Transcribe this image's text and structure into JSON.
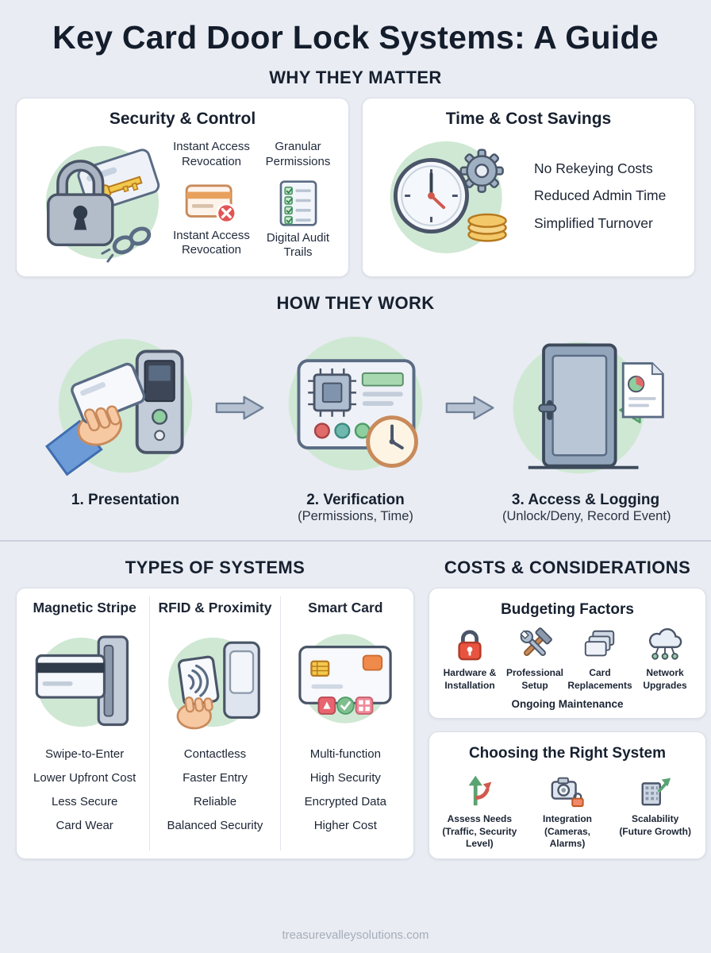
{
  "page": {
    "title": "Key Card Door Lock Systems: A Guide",
    "footer": "treasurevalleysolutions.com"
  },
  "colors": {
    "background": "#e9ecf2",
    "card_background": "#ffffff",
    "accent_mint": "#cfe8d4",
    "alert_red": "#e25555",
    "arrow_gray": "#b6c2d2",
    "text_dark": "#17202f"
  },
  "sections": {
    "why": {
      "heading": "WHY THEY MATTER",
      "security": {
        "title": "Security & Control",
        "grid": [
          {
            "label": "Instant Access Revocation"
          },
          {
            "label": "Granular Permissions"
          },
          {
            "label": "Instant Access Revocation"
          },
          {
            "label": "Digital Audit Trails"
          }
        ]
      },
      "savings": {
        "title": "Time & Cost Savings",
        "bullets": [
          "No Rekeying Costs",
          "Reduced Admin Time",
          "Simplified Turnover"
        ]
      }
    },
    "how": {
      "heading": "HOW THEY WORK",
      "steps": [
        {
          "label": "1. Presentation",
          "sublabel": ""
        },
        {
          "label": "2. Verification",
          "sublabel": "(Permissions, Time)"
        },
        {
          "label": "3. Access & Logging",
          "sublabel": "(Unlock/Deny, Record Event)"
        }
      ]
    },
    "types": {
      "heading": "TYPES OF SYSTEMS",
      "columns": [
        {
          "title": "Magnetic Stripe",
          "bullets": [
            "Swipe-to-Enter",
            "Lower Upfront Cost",
            "Less Secure",
            "Card Wear"
          ]
        },
        {
          "title": "RFID & Proximity",
          "bullets": [
            "Contactless",
            "Faster Entry",
            "Reliable",
            "Balanced Security"
          ]
        },
        {
          "title": "Smart Card",
          "bullets": [
            "Multi-function",
            "High Security",
            "Encrypted Data",
            "Higher Cost"
          ]
        }
      ]
    },
    "costs": {
      "heading": "COSTS & CONSIDERATIONS",
      "budgeting": {
        "title": "Budgeting Factors",
        "items": [
          {
            "label": "Hardware & Installation"
          },
          {
            "label": "Professional Setup"
          },
          {
            "label": "Card Replacements"
          },
          {
            "label": "Network Upgrades"
          }
        ],
        "note": "Ongoing Maintenance"
      },
      "choosing": {
        "title": "Choosing the Right System",
        "items": [
          {
            "label": "Assess Needs (Traffic, Security Level)"
          },
          {
            "label": "Integration (Cameras, Alarms)"
          },
          {
            "label": "Scalability (Future Growth)"
          }
        ]
      }
    }
  }
}
